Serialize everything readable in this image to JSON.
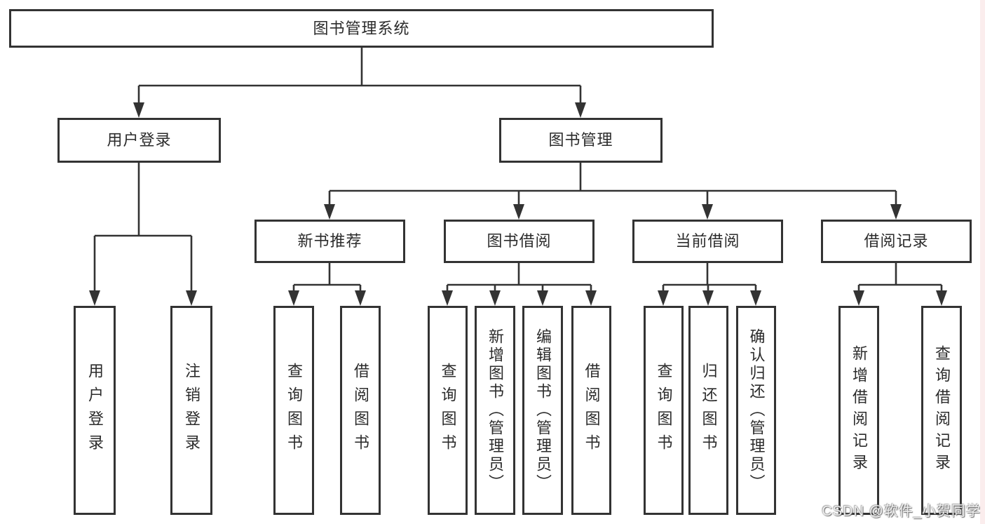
{
  "nodes": {
    "root": "图书管理系统",
    "level1": [
      "用户登录",
      "图书管理"
    ],
    "level2": [
      "新书推荐",
      "图书借阅",
      "当前借阅",
      "借阅记录"
    ],
    "leaves": {
      "user_login": [
        "用户登录",
        "注销登录"
      ],
      "new_book": [
        "查询图书",
        "借阅图书"
      ],
      "book_borrow": [
        "查询图书",
        "新增图书（管理员）",
        "编辑图书（管理员）",
        "借阅图书"
      ],
      "current_borrow": [
        "查询图书",
        "归还图书",
        "确认归还（管理员）"
      ],
      "records": [
        "新增借阅记录",
        "查询借阅记录"
      ]
    }
  },
  "watermark": "CSDN @软件_小贺同学",
  "colors": {
    "line": "#333333",
    "box_border": "#333333",
    "text": "#2b2b2b",
    "background": "#ffffff",
    "right_strip": "#f9e3e3",
    "watermark_text": "#f8f8f8"
  }
}
